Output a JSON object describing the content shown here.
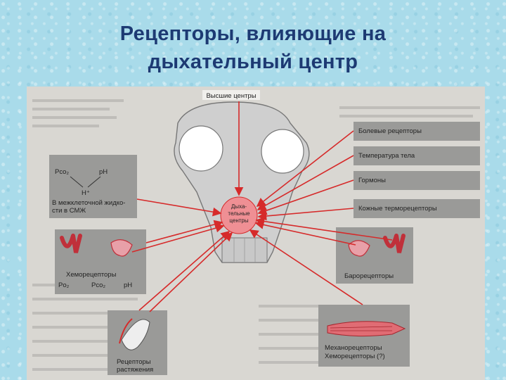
{
  "slide": {
    "title_line1": "Рецепторы, влияющие на",
    "title_line2": "дыхательный центр"
  },
  "diagram": {
    "top_label": "Высшие центры",
    "center_label_lines": [
      "Дыха-",
      "тельные",
      "центры"
    ],
    "right_boxes": [
      "Болевые рецепторы",
      "Температура тела",
      "Гормоны",
      "Кожные терморецепторы"
    ],
    "left_top_box": {
      "pco2": "Pco₂",
      "ph": "pH",
      "h": "H⁺",
      "caption_line1": "В межклеточной жидко-",
      "caption_line2": "сти в СМЖ"
    },
    "chemo_box": {
      "title": "Хеморецепторы",
      "po2": "Po₂",
      "pco2": "Pco₂",
      "ph": "pH"
    },
    "baro_box": {
      "title": "Барорецепторы"
    },
    "mech_box": {
      "line1": "Механорецепторы",
      "line2": "Хеморецепторы (?)"
    },
    "stretch_box": {
      "line1": "Рецепторы",
      "line2": "растяжения"
    },
    "colors": {
      "arrow": "#d62a2a",
      "box_gray": "#9a9a98",
      "brainstem": "#cfcfcf",
      "tissue_pink": "#e8a0a8",
      "title": "#1d3a73"
    }
  }
}
